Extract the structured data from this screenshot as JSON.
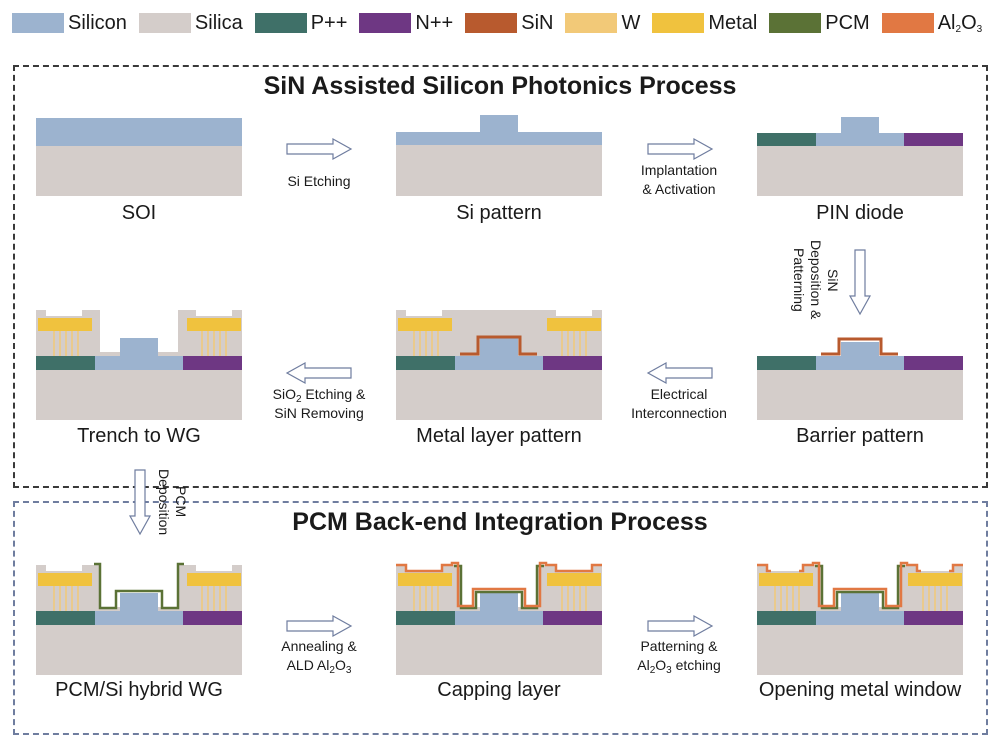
{
  "legend": [
    {
      "name": "Silicon",
      "color": "#9cb3cf"
    },
    {
      "name": "Silica",
      "color": "#d4cdca"
    },
    {
      "name": "P++",
      "color": "#3f7068"
    },
    {
      "name": "N++",
      "color": "#6e3783"
    },
    {
      "name": "SiN",
      "color": "#b85a2e"
    },
    {
      "name": "W",
      "color": "#f2c978"
    },
    {
      "name": "Metal",
      "color": "#f0c23e"
    },
    {
      "name": "PCM",
      "color": "#5b7236"
    },
    {
      "name": "Al2O3",
      "color": "#e17843",
      "label_main": "Al",
      "sub1": "2",
      "mid": "O",
      "sub2": "3"
    }
  ],
  "sections": {
    "top_title": "SiN Assisted Silicon Photonics Process",
    "bottom_title": "PCM Back-end Integration Process"
  },
  "panels": [
    {
      "id": "soi",
      "label": "SOI"
    },
    {
      "id": "si-pattern",
      "label": "Si pattern"
    },
    {
      "id": "pin-diode",
      "label": "PIN diode"
    },
    {
      "id": "barrier-pattern",
      "label": "Barrier pattern"
    },
    {
      "id": "metal-layer-pattern",
      "label": "Metal layer pattern"
    },
    {
      "id": "trench-to-wg",
      "label": "Trench to WG"
    },
    {
      "id": "pcm-si-hybrid-wg",
      "label": "PCM/Si hybrid WG"
    },
    {
      "id": "capping-layer",
      "label": "Capping layer"
    },
    {
      "id": "opening-metal-window",
      "label": "Opening metal window"
    }
  ],
  "steps": {
    "si_etching": "Si Etching",
    "implantation_1": "Implantation",
    "implantation_2": "& Activation",
    "sin_dep_1": "SiN",
    "sin_dep_2": "Deposition &",
    "sin_dep_3": "Patterning",
    "electrical_1": "Electrical",
    "electrical_2": "Interconnection",
    "sio2_etch_pre": "SiO",
    "sio2_etch_sub": "2",
    "sio2_etch_post": " Etching &",
    "sin_removing": "SiN Removing",
    "pcm_dep_1": "PCM",
    "pcm_dep_2": "Deposition",
    "annealing": "Annealing &",
    "ald_pre": "ALD Al",
    "ald_sub1": "2",
    "ald_mid": "O",
    "ald_sub2": "3",
    "patterning": "Patterning &",
    "al_pre": "Al",
    "al_sub1": "2",
    "al_mid": "O",
    "al_sub2": "3",
    "al_post": " etching"
  }
}
